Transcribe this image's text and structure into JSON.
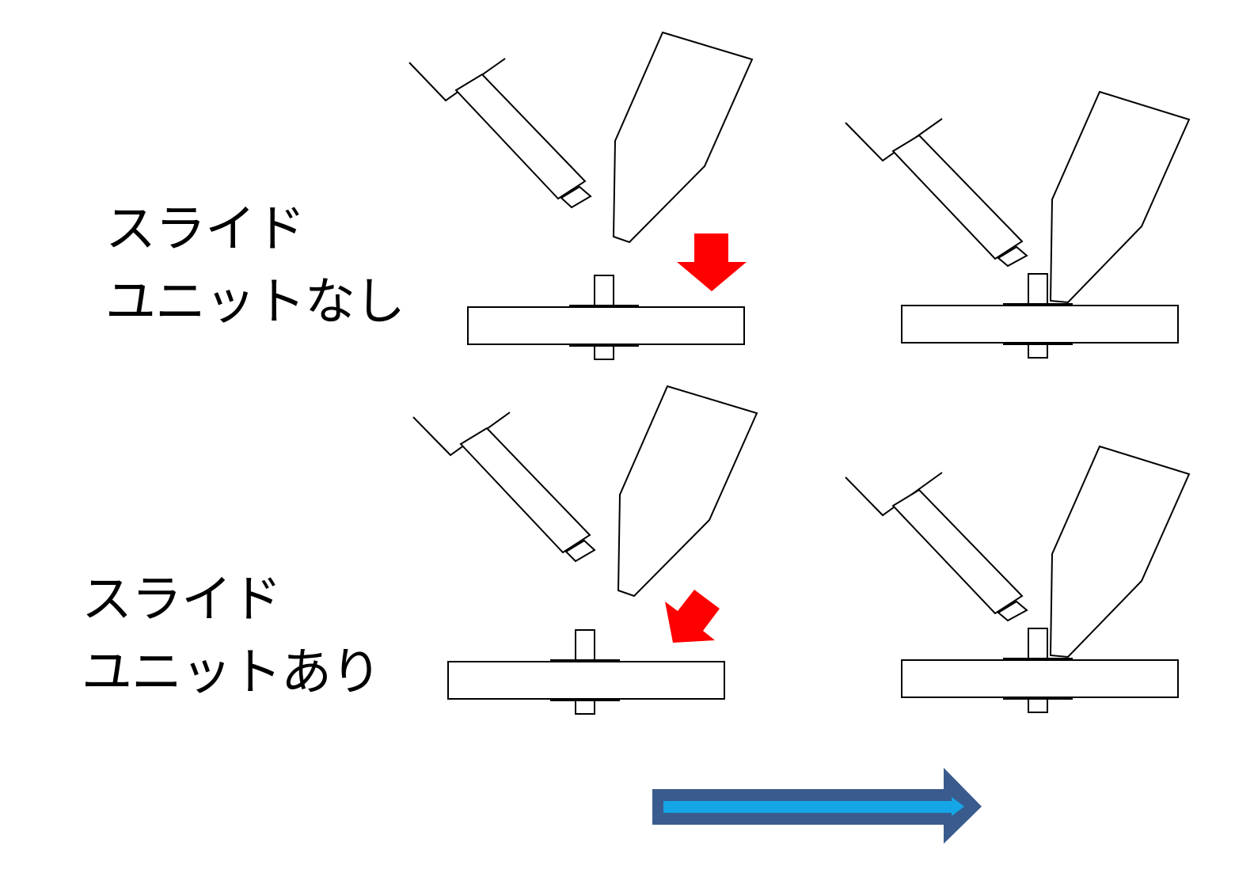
{
  "labels": {
    "without_unit": {
      "line1": "スライド",
      "line2": "ユニットなし"
    },
    "with_unit": {
      "line1": "スライド",
      "line2": "ユニットあり"
    }
  },
  "colors": {
    "line": "#000000",
    "push_arrow": "#ff0000",
    "progress_arrow_outer": "#3a5b8d",
    "progress_arrow_inner": "#14a6e6"
  },
  "icons": {
    "push_arrow": "red-arrow-icon",
    "progress_arrow": "right-arrow-icon"
  }
}
